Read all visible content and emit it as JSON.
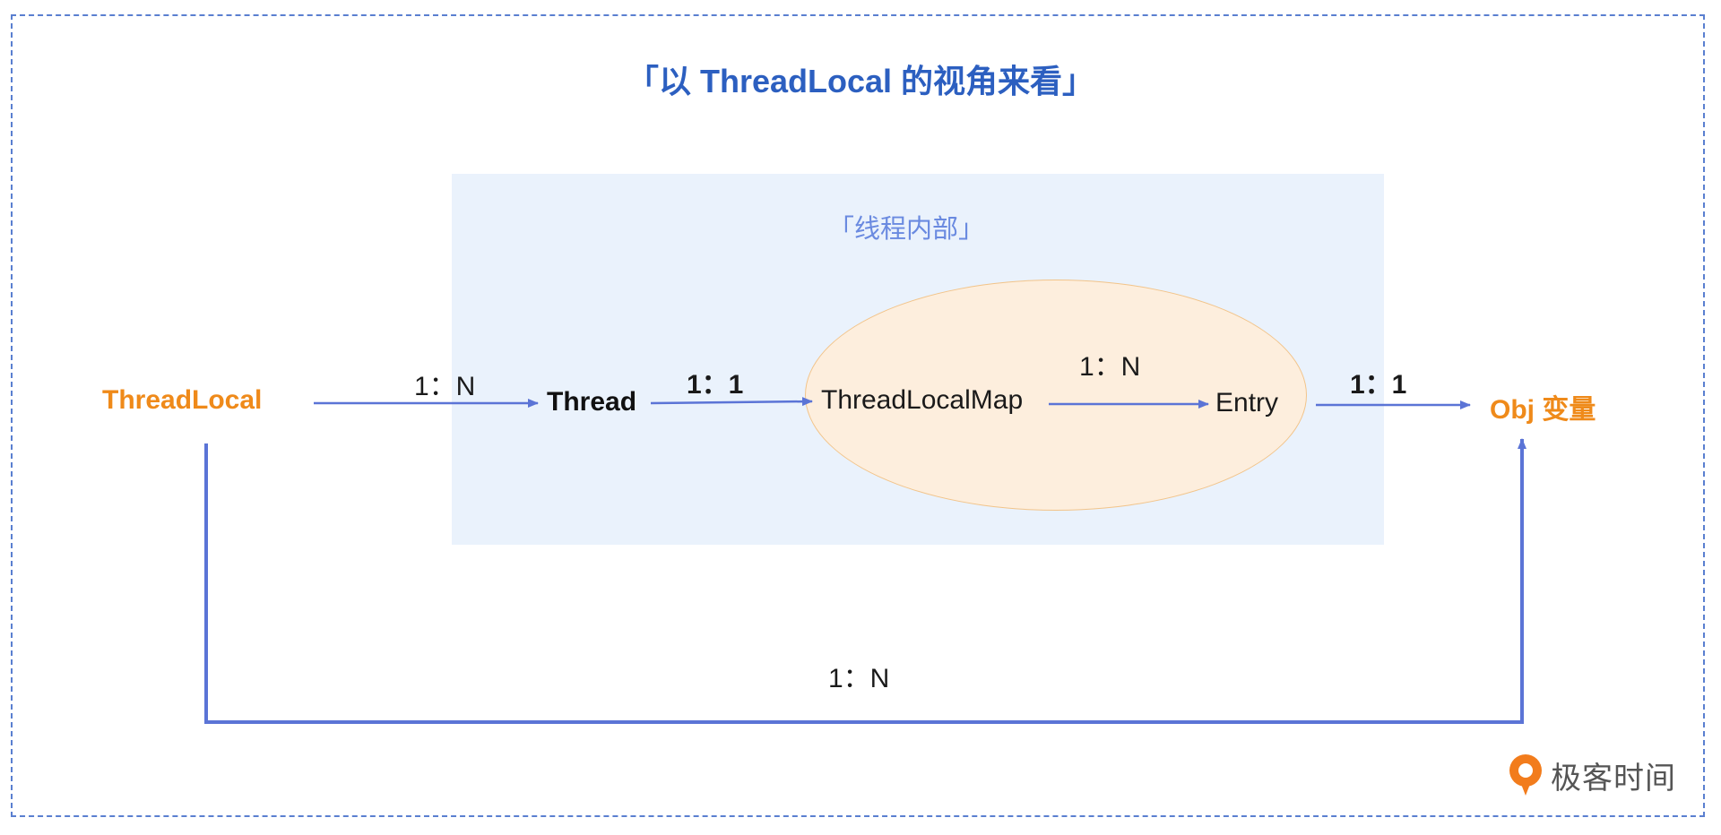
{
  "title": "「以 ThreadLocal 的视角来看」",
  "thread_box_label": "「线程内部」",
  "nodes": {
    "threadlocal": "ThreadLocal",
    "thread": "Thread",
    "threadlocalmap": "ThreadLocalMap",
    "entry": "Entry",
    "obj": "Obj 变量"
  },
  "ratios": {
    "threadlocal_thread": "1：N",
    "thread_map": "1：1",
    "map_entry": "1：N",
    "entry_obj": "1：1",
    "threadlocal_obj": "1：N"
  },
  "logo": {
    "text": "极客时间",
    "icon": "geektime-logo-icon"
  },
  "colors": {
    "title": "#2c5fc0",
    "arrow": "#5b74d6",
    "orange_node": "#ef8a1a",
    "thread_box_bg": "#eaf2fc",
    "ellipse_bg": "#fdeedd",
    "ellipse_border": "#f2c48a"
  }
}
